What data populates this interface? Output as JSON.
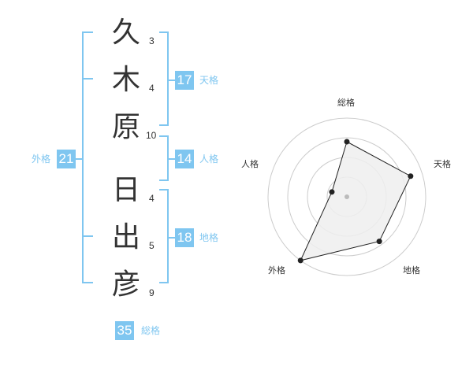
{
  "name": {
    "chars": [
      {
        "char": "久",
        "strokes": "3"
      },
      {
        "char": "木",
        "strokes": "4"
      },
      {
        "char": "原",
        "strokes": "10"
      },
      {
        "char": "日",
        "strokes": "4"
      },
      {
        "char": "出",
        "strokes": "5"
      },
      {
        "char": "彦",
        "strokes": "9"
      }
    ]
  },
  "fortune": {
    "tenkaku": {
      "value": "17",
      "label": "天格"
    },
    "jinkaku": {
      "value": "14",
      "label": "人格"
    },
    "chikaku": {
      "value": "18",
      "label": "地格"
    },
    "gaikaku": {
      "value": "21",
      "label": "外格"
    },
    "soukaku": {
      "value": "35",
      "label": "総格"
    }
  },
  "colors": {
    "accent": "#7fc6f0",
    "text": "#333333",
    "grid": "#cccccc",
    "fill": "#eeeeee"
  },
  "chart_data": {
    "type": "radar",
    "axes": [
      "総格",
      "天格",
      "地格",
      "外格",
      "人格"
    ],
    "values": [
      0.7,
      0.85,
      0.7,
      1.0,
      0.2
    ],
    "rings": 4
  }
}
